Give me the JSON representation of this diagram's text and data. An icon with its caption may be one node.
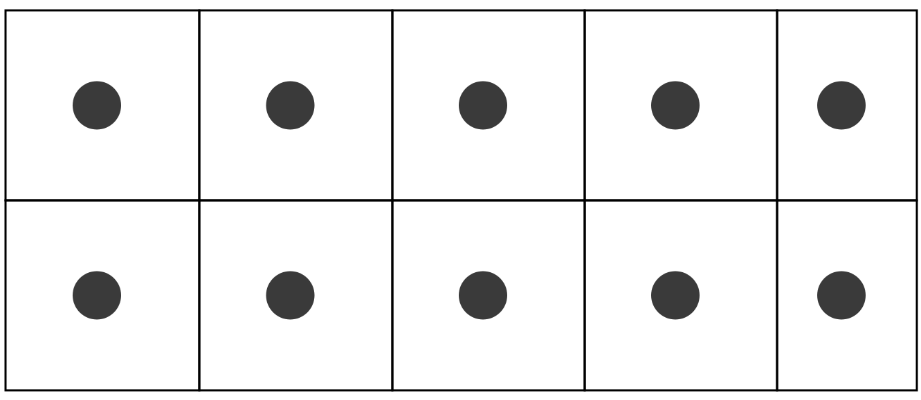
{
  "diagram": {
    "nodes": [
      {
        "text": [],
        "shape": "box"
      },
      {
        "text": [],
        "shape": "circle",
        "in": 0
      },
      {
        "text": [],
        "shape": "box"
      },
      {
        "text": [],
        "shape": "circle",
        "in": 2
      },
      {
        "text": [],
        "shape": "box"
      },
      {
        "text": [],
        "shape": "circle",
        "in": 4
      },
      {
        "text": [],
        "shape": "box"
      },
      {
        "text": [],
        "shape": "circle",
        "in": 6
      },
      {
        "text": [],
        "shape": "box"
      },
      {
        "text": [],
        "shape": "circle",
        "in": 8
      },
      {
        "text": [],
        "shape": "box"
      },
      {
        "text": [],
        "shape": "circle",
        "in": 10
      },
      {
        "text": [],
        "shape": "box"
      },
      {
        "text": [],
        "shape": "circle",
        "in": 12
      },
      {
        "text": [],
        "shape": "box"
      },
      {
        "text": [],
        "shape": "circle",
        "in": 14
      },
      {
        "text": [],
        "shape": "box"
      },
      {
        "text": [],
        "shape": "circle",
        "in": 16
      },
      {
        "text": [],
        "shape": "box"
      },
      {
        "text": [],
        "shape": "circle",
        "in": 18
      }
    ]
  }
}
